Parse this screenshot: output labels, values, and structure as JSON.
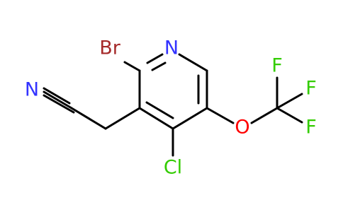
{
  "structure": {
    "colors": {
      "bond": "#000000",
      "nitrogen": "#3333ff",
      "oxygen": "#ff0000",
      "fluorine": "#33cc00",
      "chlorine": "#33cc00",
      "bromine": "#a52a2a"
    },
    "atoms": {
      "bromine": "Br",
      "ring_nitrogen": "N",
      "nitrile_nitrogen": "N",
      "chlorine": "Cl",
      "oxygen": "O",
      "fluorine_top": "F",
      "fluorine_right": "F",
      "fluorine_bottom": "F"
    }
  }
}
